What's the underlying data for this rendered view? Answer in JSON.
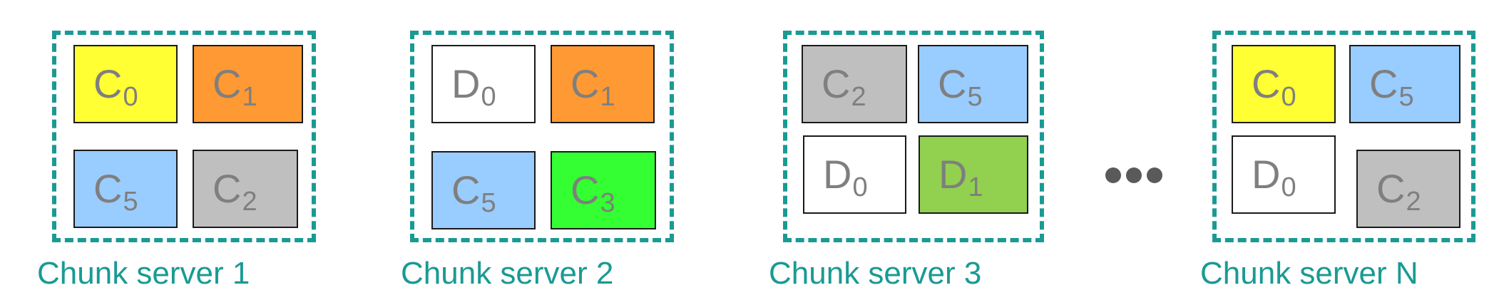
{
  "colors": {
    "teal": "#1a9a93",
    "yellow": "#ffff33",
    "orange": "#ff9933",
    "blue": "#99ccff",
    "gray": "#bfbfbf",
    "white": "#ffffff",
    "bright_green": "#33ff33",
    "olive_green": "#92d050",
    "text": "#7f7f7f"
  },
  "servers": [
    {
      "label": "Chunk server 1",
      "chunks": [
        {
          "letter": "C",
          "sub": "0",
          "color": "yellow"
        },
        {
          "letter": "C",
          "sub": "1",
          "color": "orange"
        },
        {
          "letter": "C",
          "sub": "5",
          "color": "blue"
        },
        {
          "letter": "C",
          "sub": "2",
          "color": "gray"
        }
      ]
    },
    {
      "label": "Chunk server 2",
      "chunks": [
        {
          "letter": "D",
          "sub": "0",
          "color": "white"
        },
        {
          "letter": "C",
          "sub": "1",
          "color": "orange"
        },
        {
          "letter": "C",
          "sub": "5",
          "color": "blue"
        },
        {
          "letter": "C",
          "sub": "3",
          "color": "bright_green"
        }
      ]
    },
    {
      "label": "Chunk server 3",
      "chunks": [
        {
          "letter": "C",
          "sub": "2",
          "color": "gray"
        },
        {
          "letter": "C",
          "sub": "5",
          "color": "blue"
        },
        {
          "letter": "D",
          "sub": "0",
          "color": "white"
        },
        {
          "letter": "D",
          "sub": "1",
          "color": "olive_green"
        }
      ]
    },
    {
      "label": "Chunk server N",
      "chunks": [
        {
          "letter": "C",
          "sub": "0",
          "color": "yellow"
        },
        {
          "letter": "C",
          "sub": "5",
          "color": "blue"
        },
        {
          "letter": "D",
          "sub": "0",
          "color": "white"
        },
        {
          "letter": "C",
          "sub": "2",
          "color": "gray"
        }
      ]
    }
  ],
  "ellipsis_icon": "three-dots"
}
